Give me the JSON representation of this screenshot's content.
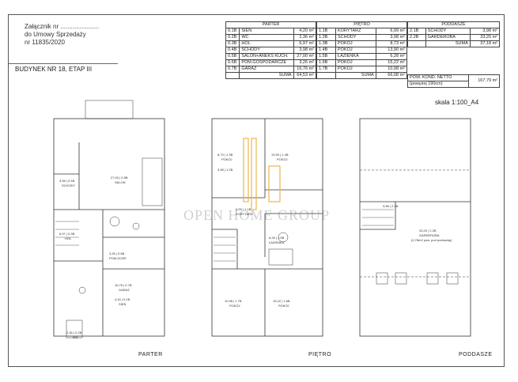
{
  "header": {
    "line1": "Załącznik nr ......................",
    "line2": "do Umowy Sprzedaży",
    "line3": "nr 11835/2020",
    "building": "BUDYNEK NR 18, ETAP III"
  },
  "parter_table": {
    "title": "PARTER",
    "rows": [
      {
        "code": "0.1B",
        "name": "SIEŃ",
        "area": "4,20 m²"
      },
      {
        "code": "0.2B",
        "name": "WC",
        "area": "2,36 m²"
      },
      {
        "code": "0.3B",
        "name": "HOL",
        "area": "6,97 m²"
      },
      {
        "code": "0.4B",
        "name": "SCHODY",
        "area": "3,98 m²"
      },
      {
        "code": "0.5B",
        "name": "SALON+ANEKS KUCH.",
        "area": "27,00 m²"
      },
      {
        "code": "0.6B",
        "name": "POM.GOSPODARCZE",
        "area": "3,26 m²"
      },
      {
        "code": "0.7B",
        "name": "GARAŻ",
        "area": "16,76 m²"
      }
    ],
    "sum_label": "SUMA",
    "sum": "64,53 m²"
  },
  "pietro_table": {
    "title": "PIĘTRO",
    "rows": [
      {
        "code": "1.1B",
        "name": "KORYTARZ",
        "area": "6,99 m²"
      },
      {
        "code": "1.2B",
        "name": "SCHODY",
        "area": "3,98 m²"
      },
      {
        "code": "1.3B",
        "name": "POKÓJ",
        "area": "8,73 m²"
      },
      {
        "code": "1.4B",
        "name": "POKÓJ",
        "area": "13,90 m²"
      },
      {
        "code": "1.5B",
        "name": "ŁAZIENKA",
        "area": "6,28 m²"
      },
      {
        "code": "1.6B",
        "name": "POKÓJ",
        "area": "15,22 m²"
      },
      {
        "code": "1.7B",
        "name": "POKÓJ",
        "area": "10,98 m²"
      }
    ],
    "sum_label": "SUMA",
    "sum": "66,08 m²"
  },
  "poddasze_table": {
    "title": "PODDASZE",
    "rows": [
      {
        "code": "2.1B",
        "name": "SCHODY",
        "area": "3,98 m²"
      },
      {
        "code": "2.2B",
        "name": "GARDEROBA",
        "area": "33,20 m²"
      }
    ],
    "sum_label": "SUMA",
    "sum": "37,18 m²"
  },
  "netto": {
    "label1": "POW. KOND. NETTO",
    "label2": "(powyżej 190cm)",
    "value": "167,79 m²"
  },
  "scale": "skala 1:100_A4",
  "floors": {
    "parter": "PARTER",
    "pietro": "PIĘTRO",
    "poddasze": "PODDASZE"
  },
  "rooms": {
    "schody0": "3,98 | 0.4B",
    "schody0_name": "SCHODY",
    "salon": "27,00 | 0.5B",
    "salon_name": "SALON",
    "hol": "6,97 | 0.3B",
    "hol_name": "HOL",
    "pomgosp": "3,26 | 0.6B",
    "pomgosp_name": "POM.GOSP.",
    "garaz": "16,76 | 0.7B",
    "garaz_name": "GARAŻ",
    "sien": "4,20 | 0.1B",
    "sien_name": "SIEŃ",
    "wc": "2,36 | 0.2B",
    "wc_name": "WC",
    "p13": "8,73 | 1.3B",
    "p14": "13,90 | 1.4B",
    "p_schody": "3,98 | 1.2B",
    "korytarz": "6,99 | 1.1B",
    "korytarz_name": "KORYTARZ",
    "lazienka": "6,28 | 1.5B",
    "lazienka_name": "ŁAZIENKA",
    "p17": "10,98 | 1.7B",
    "p16": "15,22 | 1.6B",
    "pokoj_name": "POKÓJ",
    "schody2": "3,98 | 2.1B",
    "garderoba": "33,20 | 2.2B",
    "garderoba_name": "GARDEROBA",
    "garderoba_note": "(0,78m2 pow. pod poduszkę)"
  },
  "watermark": "OPEN HOME GROUP"
}
